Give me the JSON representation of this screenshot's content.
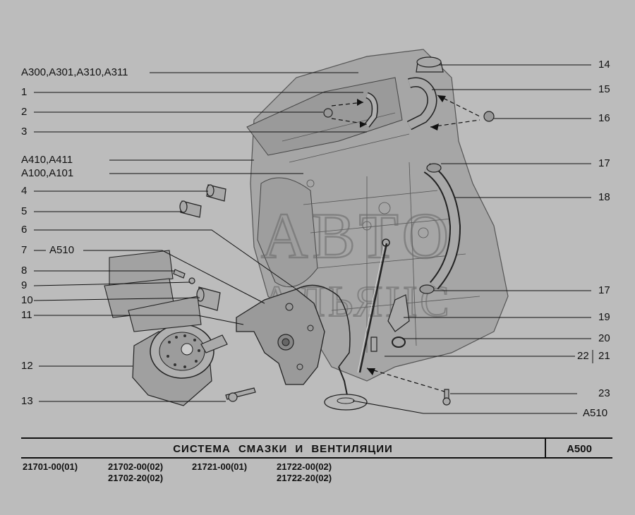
{
  "diagram": {
    "callouts_left": {
      "a300": "A300,A301,A310,A311",
      "n1": "1",
      "n2": "2",
      "n3": "3",
      "a410": "A410,A411",
      "a100": "A100,A101",
      "n4": "4",
      "n5": "5",
      "n6": "6",
      "n7": "7",
      "a510_left": "A510",
      "n8": "8",
      "n9": "9",
      "n10": "10",
      "n11": "11",
      "n12": "12",
      "n13": "13"
    },
    "callouts_right": {
      "n14": "14",
      "n15": "15",
      "n16": "16",
      "n17a": "17",
      "n18": "18",
      "n17b": "17",
      "n19": "19",
      "n20": "20",
      "n22": "22",
      "n21": "21",
      "n23": "23",
      "a510_right": "A510"
    },
    "watermark_line1": "АВТО",
    "watermark_line2": "АЛЬЯНС"
  },
  "footer": {
    "title": "СИСТЕМА СМАЗКИ И ВЕНТИЛЯЦИИ",
    "code": "A500",
    "models": [
      {
        "line1": "21701-00(01)",
        "line2": ""
      },
      {
        "line1": "21702-00(02)",
        "line2": "21702-20(02)"
      },
      {
        "line1": "21721-00(01)",
        "line2": ""
      },
      {
        "line1": "21722-00(02)",
        "line2": "21722-20(02)"
      }
    ]
  },
  "colors": {
    "background": "#bcbcbc",
    "ink": "#111111",
    "engine_fill": "#a8a8a8"
  }
}
